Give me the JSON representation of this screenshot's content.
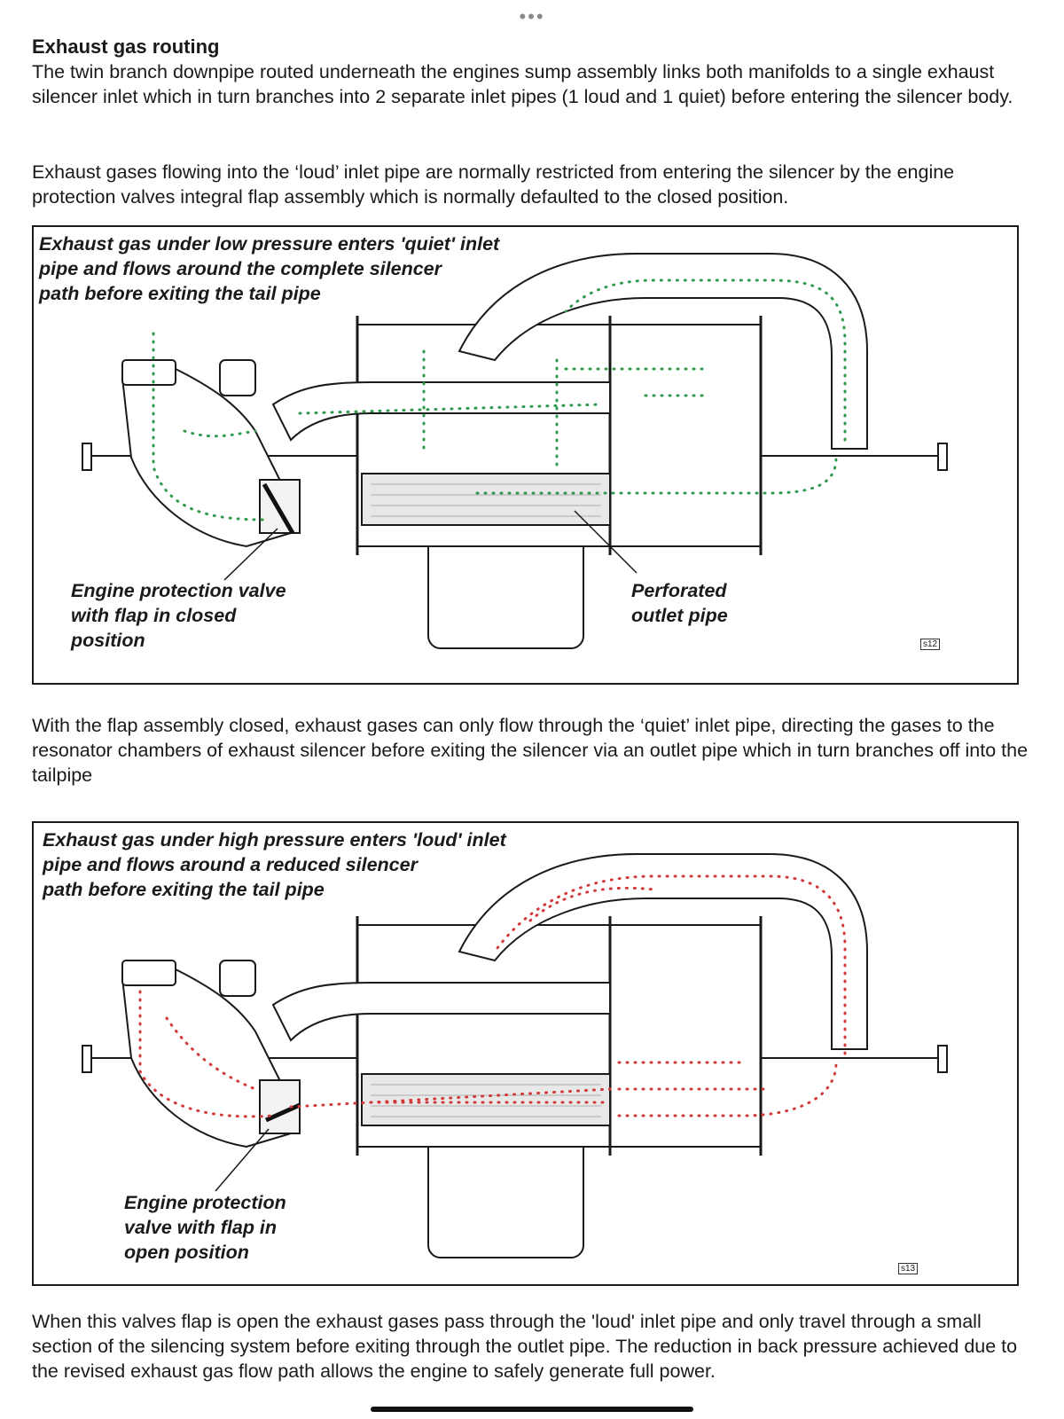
{
  "top_indicator": "•••",
  "heading": "Exhaust gas routing",
  "paragraphs": {
    "p1": "The twin branch downpipe routed underneath the engines sump assembly links both manifolds to a single exhaust silencer inlet which in turn branches into 2 separate inlet pipes (1 loud and 1 quiet) before entering the silencer body.",
    "p2": "Exhaust gases flowing into the ‘loud’ inlet pipe are normally restricted from entering the silencer by the engine protection valves integral flap assembly which is normally defaulted to the closed position.",
    "p3": "With the flap assembly closed, exhaust gases can only flow through the ‘quiet’ inlet pipe, directing the gases to the resonator chambers of exhaust silencer before exiting the silencer via an outlet pipe which in turn branches off into the tailpipe",
    "p4": "When this valves flap is open the exhaust gases pass through the 'loud' inlet pipe and only travel through a small section of the silencing system before exiting through the outlet pipe. The reduction in back pressure achieved due to the revised exhaust gas flow path allows the engine to safely generate full power."
  },
  "figure1": {
    "caption_lines": [
      "Exhaust gas under low pressure enters 'quiet' inlet",
      "pipe and flows around the complete silencer",
      "path before exiting the tail pipe"
    ],
    "valve_label_lines": [
      "Engine protection valve",
      "with flap in closed",
      "position"
    ],
    "pipe_label_lines": [
      "Perforated",
      "outlet pipe"
    ],
    "id": "s12",
    "flow_color": "#2e9a4c"
  },
  "figure2": {
    "caption_lines": [
      "Exhaust gas under high pressure enters 'loud' inlet",
      "pipe and flows around a reduced silencer",
      "path before exiting the tail pipe"
    ],
    "valve_label_lines": [
      "Engine protection",
      "valve with flap  in",
      "open position"
    ],
    "id": "s13",
    "flow_color": "#d23a3a"
  }
}
